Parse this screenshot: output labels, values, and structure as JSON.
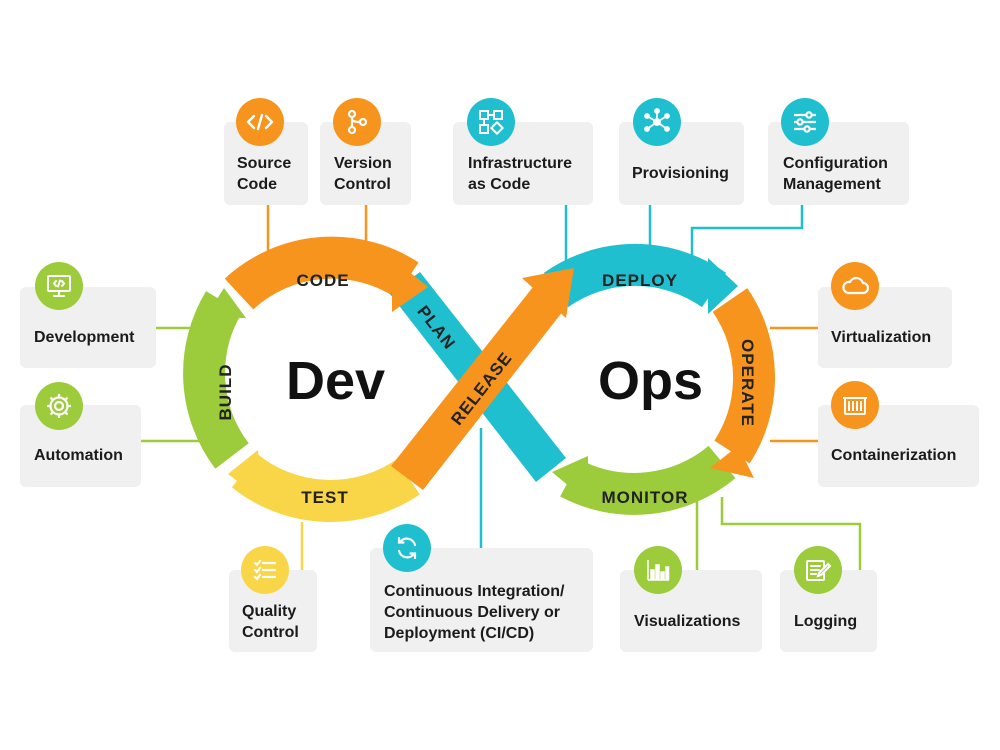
{
  "title_left": "Dev",
  "title_right": "Ops",
  "phases": {
    "code": "CODE",
    "plan": "PLAN",
    "release": "RELEASE",
    "build": "BUILD",
    "test": "TEST",
    "deploy": "DEPLOY",
    "operate": "OPERATE",
    "monitor": "MONITOR"
  },
  "cards": {
    "source_code": [
      "Source",
      "Code"
    ],
    "version_control": [
      "Version",
      "Control"
    ],
    "iac": [
      "Infrastructure",
      "as Code"
    ],
    "provisioning": [
      "Provisioning"
    ],
    "configuration": [
      "Configuration",
      "Management"
    ],
    "development": [
      "Development"
    ],
    "automation": [
      "Automation"
    ],
    "virtualization": [
      "Virtualization"
    ],
    "containerization": [
      "Containerization"
    ],
    "quality_control": [
      "Quality",
      "Control"
    ],
    "cicd": [
      "Continuous Integration/",
      "Continuous Delivery or",
      "Deployment (CI/CD)"
    ],
    "visualizations": [
      "Visualizations"
    ],
    "logging": [
      "Logging"
    ]
  },
  "colors": {
    "orange": "#f7941d",
    "teal": "#1fbfd0",
    "green": "#9ccb3b",
    "yellow": "#f9d648",
    "card_bg": "#f0f0f0"
  },
  "icons": {
    "source_code": "code-brackets-icon",
    "version_control": "git-branch-icon",
    "iac": "flowchart-icon",
    "provisioning": "network-hub-icon",
    "configuration": "sliders-icon",
    "development": "monitor-code-icon",
    "automation": "gear-icon",
    "virtualization": "cloud-icon",
    "containerization": "container-icon",
    "quality_control": "checklist-icon",
    "cicd": "sync-arrows-icon",
    "visualizations": "bar-chart-icon",
    "logging": "document-pencil-icon"
  }
}
